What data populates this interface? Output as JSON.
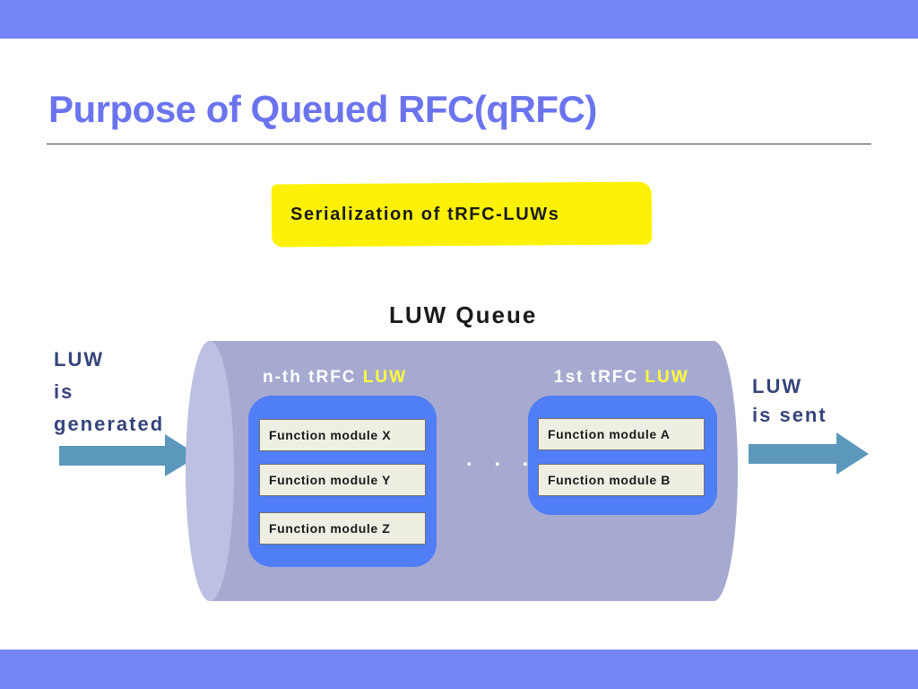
{
  "slide": {
    "title": "Purpose of Queued RFC(qRFC)",
    "highlight": "Serialization of tRFC-LUWs"
  },
  "diagram": {
    "queue_title": "LUW Queue",
    "left_label": [
      "LUW",
      "is",
      "generated"
    ],
    "right_label": [
      "LUW",
      "is sent"
    ],
    "ellipsis": ". . .",
    "nth_luw": {
      "head_white": "n-th  tRFC ",
      "head_yellow": "LUW",
      "modules": [
        "Function module X",
        "Function module Y",
        "Function module Z"
      ]
    },
    "first_luw": {
      "head_white": "1st  tRFC ",
      "head_yellow": "LUW",
      "modules": [
        "Function module A",
        "Function module B"
      ]
    }
  },
  "colors": {
    "band": "#7685f5",
    "title": "#6b74ee",
    "highlight": "#fdf207",
    "cylinder": "#a7aad0",
    "luw_box": "#4f7ef6",
    "arrow": "#5b98bc",
    "side_label": "#36447a"
  }
}
